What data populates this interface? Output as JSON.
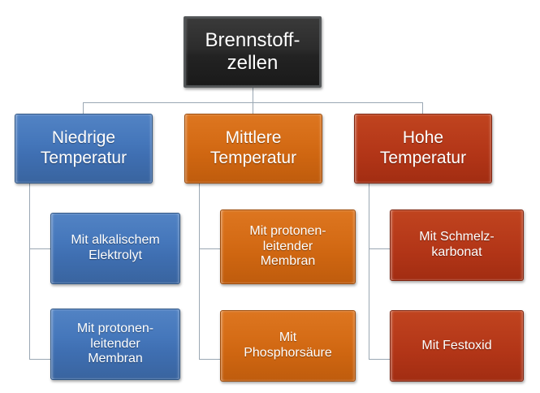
{
  "diagram": {
    "type": "hierarchy",
    "title_node": "Brennstoff-\nzellen",
    "palette": {
      "root": "#2c2c2c",
      "blue": "#4577bb",
      "orange": "#d56c16",
      "red": "#b73a1a",
      "connector": "#9aa7b3",
      "background": "#ffffff",
      "text": "#ffffff"
    },
    "root": {
      "label": "Brennstoff-\nzellen"
    },
    "branches": [
      {
        "label": "Niedrige\nTemperatur",
        "color_key": "blue",
        "children": [
          {
            "label": "Mit alkalischem\nElektrolyt"
          },
          {
            "label": "Mit protonen-\nleitender\nMembran"
          }
        ]
      },
      {
        "label": "Mittlere\nTemperatur",
        "color_key": "orange",
        "children": [
          {
            "label": "Mit protonen-\nleitender\nMembran"
          },
          {
            "label": "Mit\nPhosphorsäure"
          }
        ]
      },
      {
        "label": "Hohe\nTemperatur",
        "color_key": "red",
        "children": [
          {
            "label": "Mit Schmelz-\nkarbonat"
          },
          {
            "label": "Mit Festoxid"
          }
        ]
      }
    ]
  }
}
